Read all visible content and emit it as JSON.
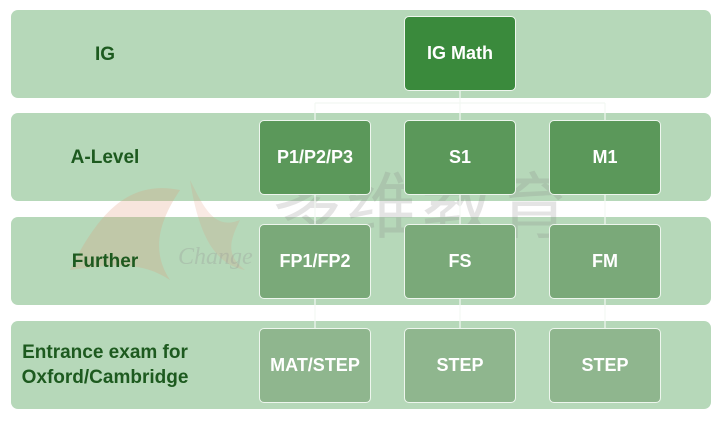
{
  "levels": [
    {
      "label": "IG",
      "nodes": [
        "IG Math"
      ]
    },
    {
      "label": "A-Level",
      "nodes": [
        "P1/P2/P3",
        "S1",
        "M1"
      ]
    },
    {
      "label": "Further",
      "nodes": [
        "FP1/FP2",
        "FS",
        "FM"
      ]
    },
    {
      "label_line1": "Entrance exam for",
      "label_line2": "Oxford/Cambridge",
      "nodes": [
        "MAT/STEP",
        "STEP",
        "STEP"
      ]
    }
  ],
  "watermark": {
    "text": "多维教育",
    "sub": "Change"
  },
  "colors": {
    "band": "#b6d8b9",
    "label": "#1d5a1f",
    "node_l0": "#3a8a3c",
    "node_l1": "#5b985a",
    "node_l2": "#7aa979",
    "node_l3": "#8fb68e"
  }
}
